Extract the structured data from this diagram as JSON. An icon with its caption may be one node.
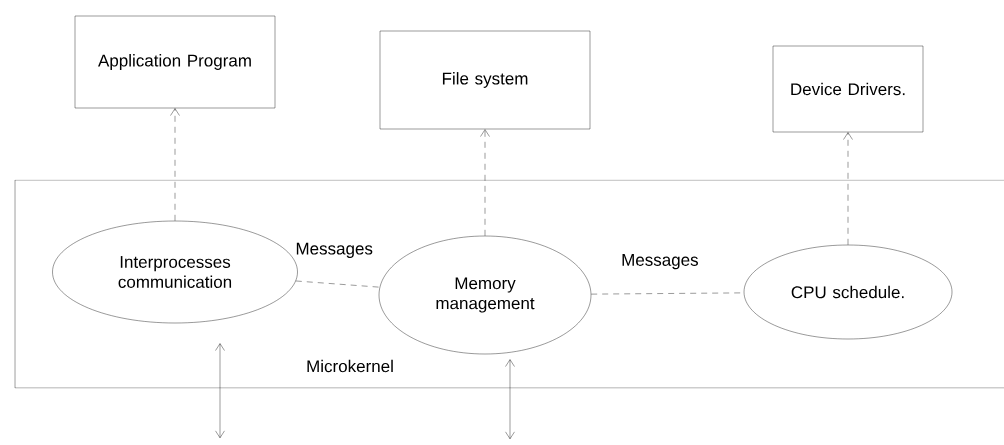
{
  "diagram": {
    "nodes": [
      {
        "text": [
          "Application Program"
        ]
      },
      {
        "text": [
          "File system"
        ]
      },
      {
        "text": [
          "Device Drivers."
        ]
      },
      {
        "text": [
          "Microkernel"
        ]
      },
      {
        "text": [
          "Interprocesses communication"
        ],
        "in": 3
      },
      {
        "text": [
          "Memory management"
        ],
        "in": 3
      },
      {
        "text": [
          "CPU schedule."
        ],
        "in": 3
      }
    ],
    "edges": [
      {
        "from": 4,
        "to": 0,
        "arrow": "to",
        "style": "dashed"
      },
      {
        "from": 5,
        "to": 1,
        "arrow": "to",
        "style": "dashed"
      },
      {
        "from": 6,
        "to": 2,
        "arrow": "to",
        "style": "dashed"
      },
      {
        "from": 4,
        "to": 5,
        "arrow": "none",
        "style": "dashed",
        "label": "Messages"
      },
      {
        "from": 5,
        "to": 6,
        "arrow": "none",
        "style": "dashed",
        "label": "Messages"
      },
      {
        "from": 4,
        "to": null,
        "arrow": "both"
      },
      {
        "from": 5,
        "to": null,
        "arrow": "both"
      }
    ]
  }
}
